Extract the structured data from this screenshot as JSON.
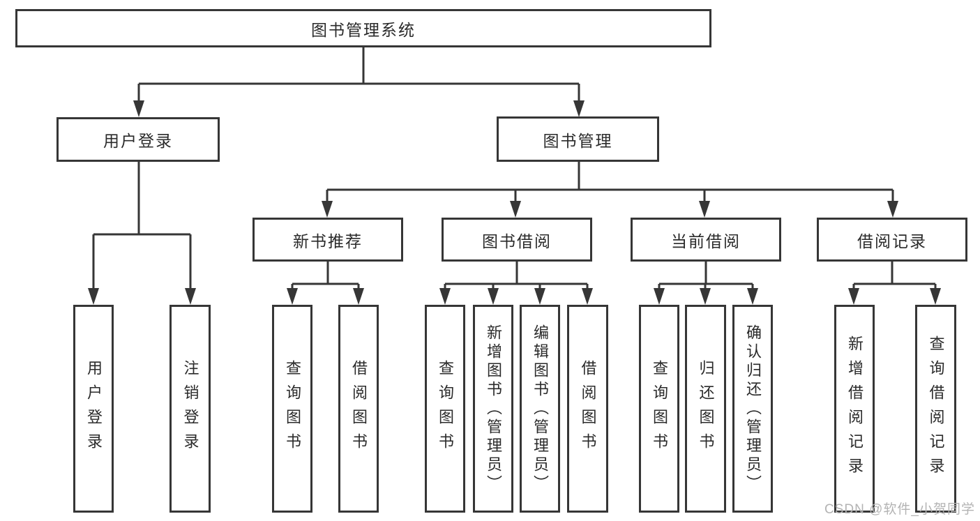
{
  "tree": {
    "label": "图书管理系统",
    "children": [
      {
        "label": "用户登录",
        "children": [
          {
            "label": "用户登录"
          },
          {
            "label": "注销登录"
          }
        ]
      },
      {
        "label": "图书管理",
        "children": [
          {
            "label": "新书推荐",
            "children": [
              {
                "label": "查询图书"
              },
              {
                "label": "借阅图书"
              }
            ]
          },
          {
            "label": "图书借阅",
            "children": [
              {
                "label": "查询图书"
              },
              {
                "label": "新增图书（管理员）"
              },
              {
                "label": "编辑图书（管理员）"
              },
              {
                "label": "借阅图书"
              }
            ]
          },
          {
            "label": "当前借阅",
            "children": [
              {
                "label": "查询图书"
              },
              {
                "label": "归还图书"
              },
              {
                "label": "确认归还（管理员）"
              }
            ]
          },
          {
            "label": "借阅记录",
            "children": [
              {
                "label": "新增借阅记录"
              },
              {
                "label": "查询借阅记录"
              }
            ]
          }
        ]
      }
    ]
  },
  "watermark": {
    "text": "CSDN @软件_小贺同学"
  },
  "colors": {
    "line": "#363636",
    "text": "#2a2a2a",
    "watermark": "#b3b3b3",
    "bg": "#ffffff"
  }
}
